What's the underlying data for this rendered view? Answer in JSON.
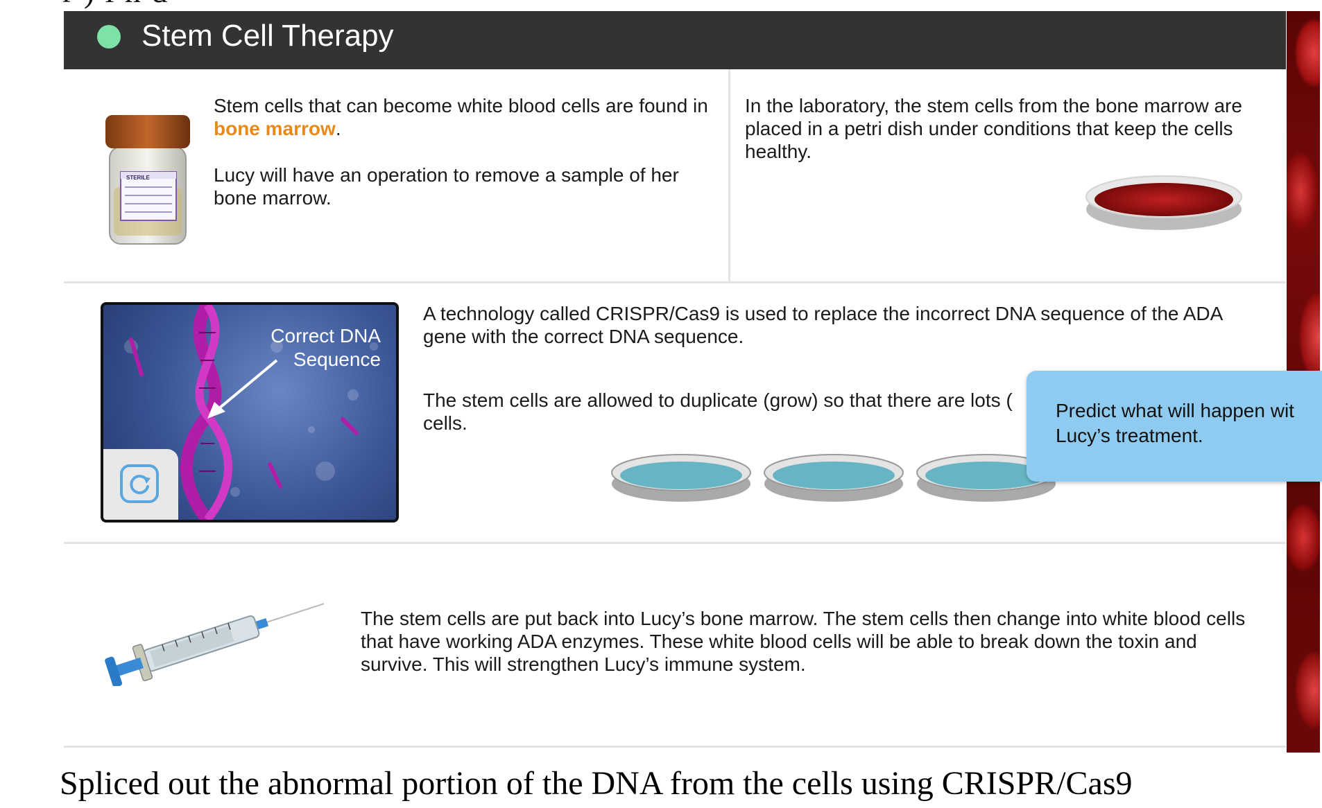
{
  "top_cut_text": "r ) l n d",
  "header": {
    "title": "Stem Cell Therapy",
    "dot_color": "#7fe0a8",
    "bar_color": "#333333"
  },
  "cell1": {
    "para1_before": "Stem cells that can become white blood cells are found in ",
    "para1_highlight": "bone marrow",
    "para1_after": ".",
    "para2": "Lucy will have an operation to remove a sample of her bone marrow.",
    "jar_label": "STERILE",
    "jar_icon": "specimen-jar-icon"
  },
  "cell2": {
    "para": "In the laboratory, the stem cells from the bone marrow are placed in a petri dish under conditions that keep the cells healthy.",
    "petri_icon": "petri-dish-red-icon"
  },
  "cell3": {
    "video_label_line1": "Correct DNA",
    "video_label_line2": "Sequence",
    "replay_icon": "replay-icon",
    "para1": "A technology called CRISPR/Cas9 is used to replace the incorrect DNA sequence of the ADA gene with the correct DNA sequence.",
    "para2_line1": "The stem cells are allowed to duplicate (grow) so that there are lots (",
    "para2_line2": "cells."
  },
  "tooltip": {
    "line1": "Predict what will happen wit",
    "line2": "Lucy’s treatment.",
    "color": "#8fcbf0"
  },
  "cell4": {
    "para": "The stem cells are put back into Lucy’s bone marrow. The stem cells then change into white blood cells that have working ADA enzymes. These white blood cells will be able to break down the toxin and survive. This will strengthen Lucy’s immune system.",
    "syringe_icon": "syringe-icon"
  },
  "caption": "Spliced out the abnormal portion of the DNA from the cells using CRISPR/Cas9",
  "colors": {
    "highlight": "#e88a1a",
    "divider": "#e4e4e4",
    "replay_accent": "#5aa7df"
  }
}
